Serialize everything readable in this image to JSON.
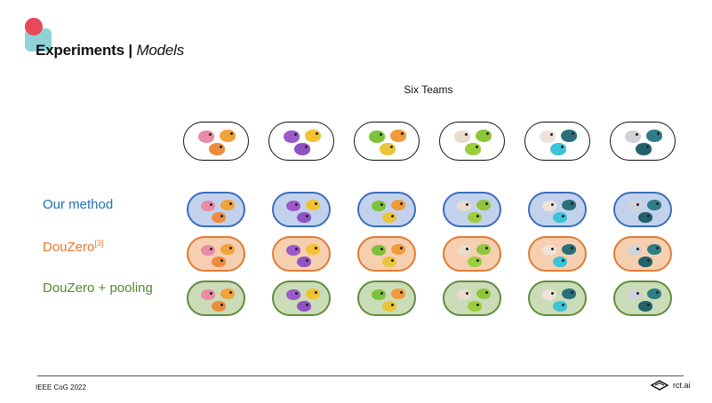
{
  "title": {
    "main": "Experiments |",
    "sub": "Models"
  },
  "teams_header": "Six Teams",
  "rows": [
    {
      "key": "ours",
      "label": "Our method",
      "sup": "",
      "color": "#1f6fb5"
    },
    {
      "key": "dz",
      "label": "DouZero",
      "sup": "[3]",
      "color": "#e8772e"
    },
    {
      "key": "dzp",
      "label": "DouZero  + pooling",
      "sup": "",
      "color": "#4f8a2d"
    }
  ],
  "teams": [
    {
      "icons": [
        "pink-axie-icon",
        "orange-axie-icon",
        "orange-axie-icon"
      ],
      "colors": [
        "#e98aa6",
        "#f0a33a",
        "#ec8c3c"
      ]
    },
    {
      "icons": [
        "purple-axie-icon",
        "yellow-axie-icon",
        "purple-axie-icon"
      ],
      "colors": [
        "#9b59c9",
        "#f2c230",
        "#8e52c4"
      ]
    },
    {
      "icons": [
        "green-axie-icon",
        "orange-axie-icon",
        "yellow-axie-icon"
      ],
      "colors": [
        "#7dc23a",
        "#f09a3a",
        "#e8c53a"
      ]
    },
    {
      "icons": [
        "white-axie-icon",
        "green-axie-icon",
        "green-axie-icon"
      ],
      "colors": [
        "#e9dccd",
        "#8fc53c",
        "#9ccd3a"
      ]
    },
    {
      "icons": [
        "white-axie-icon",
        "teal-axie-icon",
        "cyan-axie-icon"
      ],
      "colors": [
        "#ede3d8",
        "#2a6f7a",
        "#3bc3d8"
      ]
    },
    {
      "icons": [
        "gray-axie-icon",
        "teal-axie-icon",
        "teal-axie-icon"
      ],
      "colors": [
        "#cfd3d8",
        "#2f7d86",
        "#23626b"
      ]
    }
  ],
  "footer": {
    "conference": "IEEE CoG 2022",
    "brand": "rct.ai"
  },
  "accent": {
    "coral": "#e8495b",
    "aqua": "#8fd3d6"
  }
}
